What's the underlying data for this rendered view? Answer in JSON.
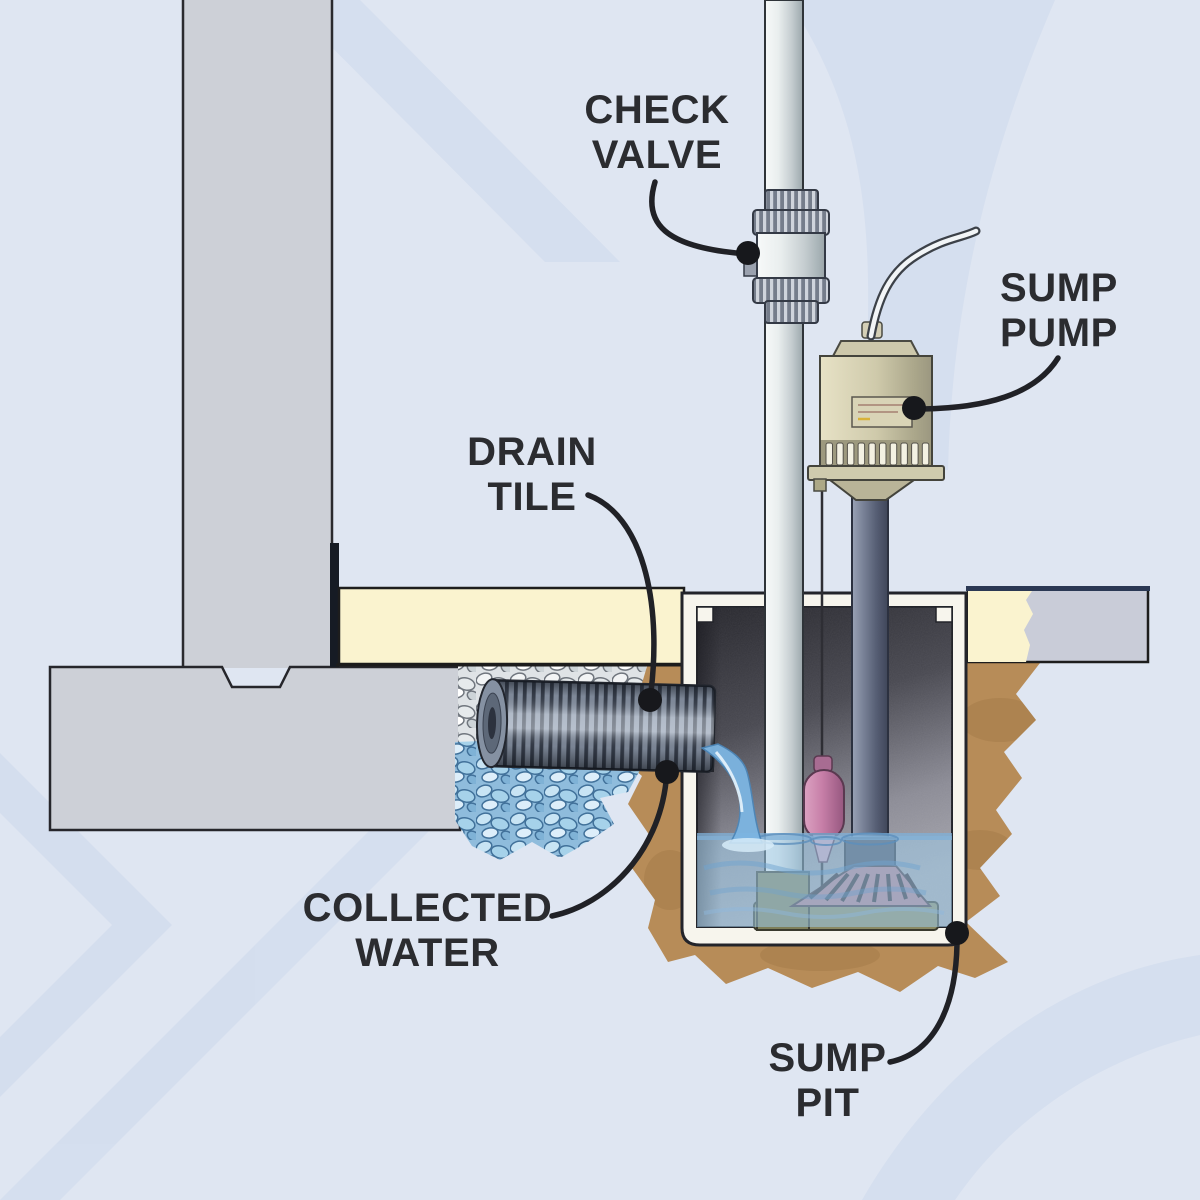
{
  "labels": {
    "check_valve": "CHECK VALVE",
    "sump_pump": "SUMP PUMP",
    "drain_tile": "DRAIN TILE",
    "collected_water": "COLLECTED WATER",
    "sump_pit": "SUMP PIT"
  },
  "colors": {
    "background": "#dfe6f2",
    "pattern_band": "#cbd8ec",
    "label_text": "#2b2c30",
    "leader": "#202126",
    "concrete": "#cdd0d7",
    "floor_slab": "#faf3cf",
    "slab_cut": "#c9ccd8",
    "soil": "#b78c58",
    "gravel_gray": "#dfe3e6",
    "gravel_blue": "#8fbcdc",
    "pit_shell": "#f7f5ed",
    "water": "#9cc8e6",
    "pvc_pipe": "#eef1f2",
    "pump_body": "#cfcbab",
    "pump_column": "#5d6578",
    "float_switch": "#c77fa8",
    "strainer": "#b27c8c",
    "pump_base": "#8a8a64"
  }
}
